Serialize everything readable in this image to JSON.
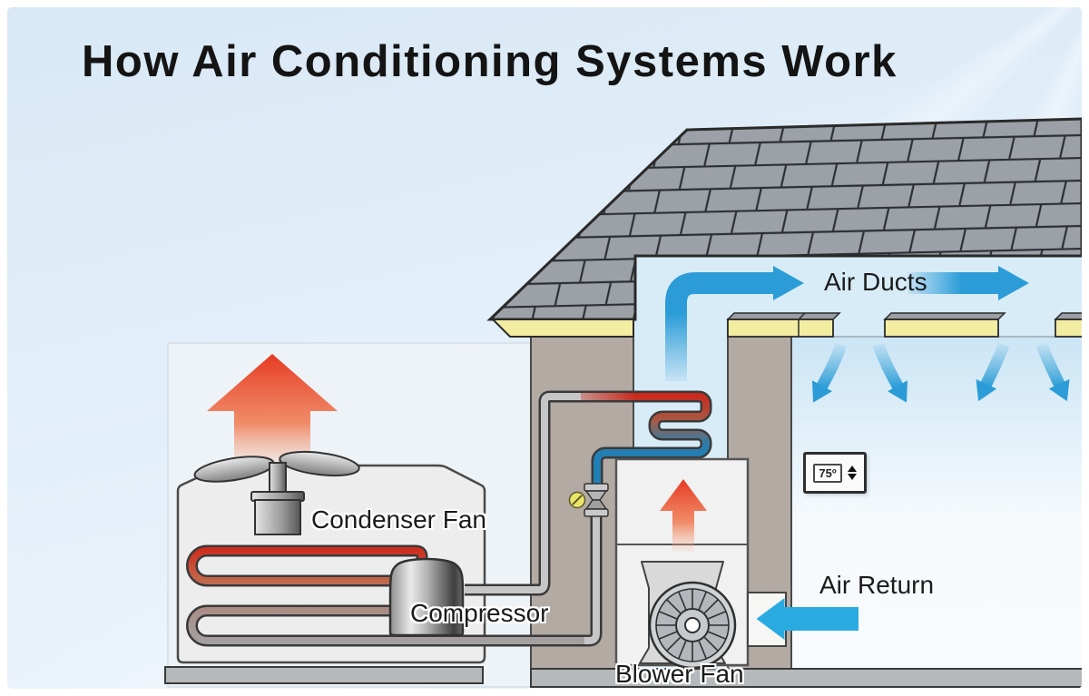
{
  "title": "How Air Conditioning Systems Work",
  "labels": {
    "condenser_fan": "Condenser Fan",
    "compressor": "Compressor",
    "blower_fan": "Blower Fan",
    "air_ducts": "Air Ducts",
    "air_return": "Air Return"
  },
  "thermostat": {
    "temperature": "75º"
  },
  "colors": {
    "airflow_blue": "#2b9cd8",
    "return_arrow_blue": "#29abe2",
    "hot_red": "#e63a22",
    "cold_blue": "#1f7fb5",
    "roof_gray": "#9ba1a7",
    "insulation_yellow": "#f3eda2",
    "wall_tan": "#b3aaa4",
    "duct_light_blue": "#d8ecf8",
    "label_color": "#1b1b1b"
  }
}
